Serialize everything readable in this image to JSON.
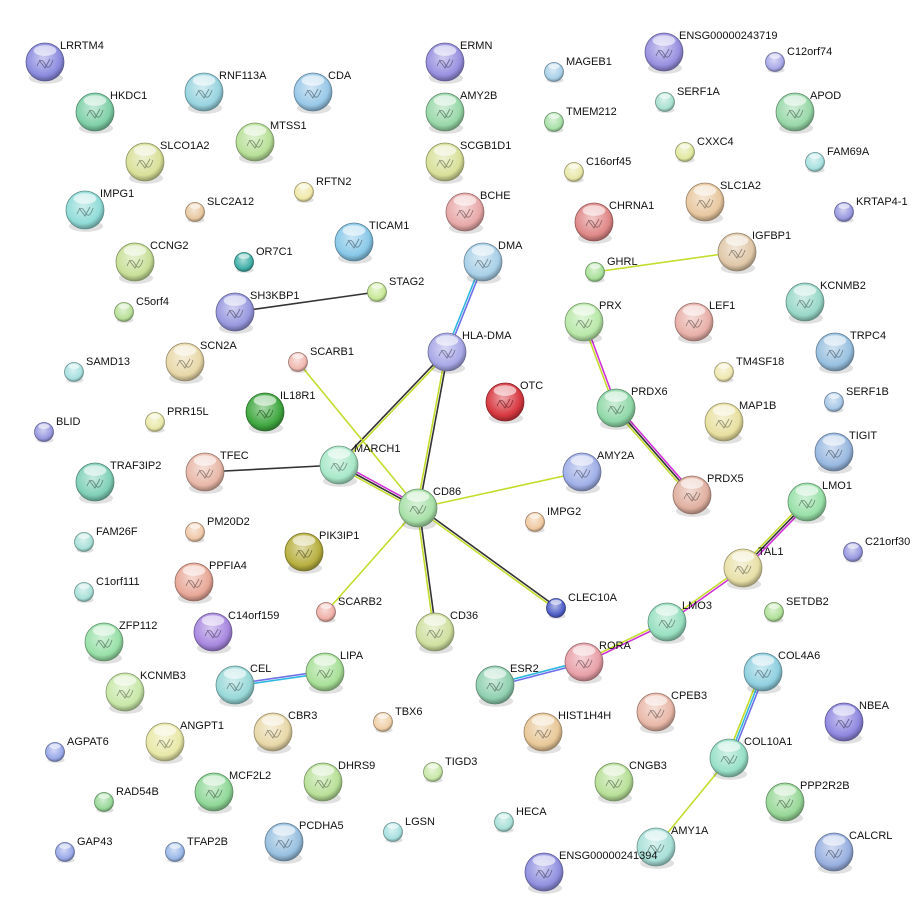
{
  "nodes": [
    {
      "name": "LRRTM4",
      "color": "#8c8ce0",
      "kind": "large"
    },
    {
      "name": "HKDC1",
      "color": "#7fd0a8",
      "kind": "large"
    },
    {
      "name": "RNF113A",
      "color": "#98d4e0",
      "kind": "large"
    },
    {
      "name": "CDA",
      "color": "#98c8e8",
      "kind": "large"
    },
    {
      "name": "MTSS1",
      "color": "#b8e098",
      "kind": "large"
    },
    {
      "name": "SLCO1A2",
      "color": "#d8e098",
      "kind": "large"
    },
    {
      "name": "IMPG1",
      "color": "#90dcd8",
      "kind": "large"
    },
    {
      "name": "SLC2A12",
      "color": "#e8c8a0",
      "kind": "small"
    },
    {
      "name": "RFTN2",
      "color": "#f0e8a8",
      "kind": "small"
    },
    {
      "name": "TICAM1",
      "color": "#88c8e8",
      "kind": "large"
    },
    {
      "name": "OR7C1",
      "color": "#40b0a8",
      "kind": "small"
    },
    {
      "name": "CCNG2",
      "color": "#c8e098",
      "kind": "large"
    },
    {
      "name": "C5orf4",
      "color": "#b8e098",
      "kind": "small"
    },
    {
      "name": "SH3KBP1",
      "color": "#9898e0",
      "kind": "large"
    },
    {
      "name": "STAG2",
      "color": "#c8e898",
      "kind": "small"
    },
    {
      "name": "SCN2A",
      "color": "#e8d8a8",
      "kind": "large"
    },
    {
      "name": "SAMD13",
      "color": "#a8e0e0",
      "kind": "small"
    },
    {
      "name": "SCARB1",
      "color": "#f0b8b0",
      "kind": "small"
    },
    {
      "name": "IL18R1",
      "color": "#40a840",
      "kind": "large"
    },
    {
      "name": "PRR15L",
      "color": "#e8e8a8",
      "kind": "small"
    },
    {
      "name": "BLID",
      "color": "#9898e0",
      "kind": "small"
    },
    {
      "name": "TRAF3IP2",
      "color": "#80d0b8",
      "kind": "large"
    },
    {
      "name": "TFEC",
      "color": "#e8b8a8",
      "kind": "large"
    },
    {
      "name": "MARCH1",
      "color": "#a8e8c8",
      "kind": "large"
    },
    {
      "name": "CD86",
      "color": "#a8e0a8",
      "kind": "large"
    },
    {
      "name": "FAM26F",
      "color": "#a8e0d8",
      "kind": "small"
    },
    {
      "name": "PM20D2",
      "color": "#f0c8a8",
      "kind": "small"
    },
    {
      "name": "PIK3IP1",
      "color": "#b8b040",
      "kind": "large"
    },
    {
      "name": "PPFIA4",
      "color": "#e8a898",
      "kind": "large"
    },
    {
      "name": "C1orf111",
      "color": "#a8e0d8",
      "kind": "small"
    },
    {
      "name": "SCARB2",
      "color": "#f0b0a8",
      "kind": "small"
    },
    {
      "name": "C14orf159",
      "color": "#a888e0",
      "kind": "large"
    },
    {
      "name": "ZFP112",
      "color": "#98e0a8",
      "kind": "large"
    },
    {
      "name": "CD36",
      "color": "#d0e0a0",
      "kind": "large"
    },
    {
      "name": "CEL",
      "color": "#98d8d8",
      "kind": "large"
    },
    {
      "name": "LIPA",
      "color": "#a8e098",
      "kind": "large"
    },
    {
      "name": "KCNMB3",
      "color": "#c8e8a8",
      "kind": "large"
    },
    {
      "name": "ANGPT1",
      "color": "#e8e8a8",
      "kind": "large"
    },
    {
      "name": "CBR3",
      "color": "#e8d8a8",
      "kind": "large"
    },
    {
      "name": "TBX6",
      "color": "#f0d0a8",
      "kind": "small"
    },
    {
      "name": "AGPAT6",
      "color": "#98a8e8",
      "kind": "small"
    },
    {
      "name": "MCF2L2",
      "color": "#90d898",
      "kind": "large"
    },
    {
      "name": "DHRS9",
      "color": "#b8e098",
      "kind": "large"
    },
    {
      "name": "TIGD3",
      "color": "#c8e8a8",
      "kind": "small"
    },
    {
      "name": "RAD54B",
      "color": "#98d898",
      "kind": "small"
    },
    {
      "name": "GAP43",
      "color": "#98a8e8",
      "kind": "small"
    },
    {
      "name": "TFAP2B",
      "color": "#98b8e8",
      "kind": "small"
    },
    {
      "name": "PCDHA5",
      "color": "#98c0e0",
      "kind": "large"
    },
    {
      "name": "LGSN",
      "color": "#a8e0e0",
      "kind": "small"
    },
    {
      "name": "HECA",
      "color": "#a8e0d8",
      "kind": "small"
    },
    {
      "name": "ERMN",
      "color": "#9890e0",
      "kind": "large"
    },
    {
      "name": "AMY2B",
      "color": "#98d8a8",
      "kind": "large"
    },
    {
      "name": "SCGB1D1",
      "color": "#d8e098",
      "kind": "large"
    },
    {
      "name": "BCHE",
      "color": "#e8a8a8",
      "kind": "large"
    },
    {
      "name": "DMA",
      "color": "#a8d0e8",
      "kind": "large"
    },
    {
      "name": "HLA-DMA",
      "color": "#a8a8e8",
      "kind": "large"
    },
    {
      "name": "OTC",
      "color": "#d83840",
      "kind": "large"
    },
    {
      "name": "AMY2A",
      "color": "#a0b0e8",
      "kind": "large"
    },
    {
      "name": "IMPG2",
      "color": "#f0c8a0",
      "kind": "small"
    },
    {
      "name": "CLEC10A",
      "color": "#5060c8",
      "kind": "small"
    },
    {
      "name": "ESR2",
      "color": "#90d0b0",
      "kind": "large"
    },
    {
      "name": "RORA",
      "color": "#e8a0a8",
      "kind": "large"
    },
    {
      "name": "HIST1H4H",
      "color": "#e8c898",
      "kind": "large"
    },
    {
      "name": "CNGB3",
      "color": "#b8e098",
      "kind": "large"
    },
    {
      "name": "ENSG00000241394",
      "color": "#9090e0",
      "kind": "large"
    },
    {
      "name": "AMY1A",
      "color": "#a8e0d8",
      "kind": "large"
    },
    {
      "name": "MAGEB1",
      "color": "#a8d0e8",
      "kind": "small"
    },
    {
      "name": "TMEM212",
      "color": "#a8e0a8",
      "kind": "small"
    },
    {
      "name": "C16orf45",
      "color": "#e8e8a8",
      "kind": "small"
    },
    {
      "name": "CHRNA1",
      "color": "#e08888",
      "kind": "large"
    },
    {
      "name": "GHRL",
      "color": "#a8e098",
      "kind": "small"
    },
    {
      "name": "PRX",
      "color": "#b8e8a8",
      "kind": "large"
    },
    {
      "name": "PRDX6",
      "color": "#90d8a8",
      "kind": "large"
    },
    {
      "name": "PRDX5",
      "color": "#e0b0a0",
      "kind": "large"
    },
    {
      "name": "LMO3",
      "color": "#98e0c0",
      "kind": "large"
    },
    {
      "name": "CPEB3",
      "color": "#e8b8a8",
      "kind": "large"
    },
    {
      "name": "ENSG00000243719",
      "color": "#9890e0",
      "kind": "large"
    },
    {
      "name": "C12orf74",
      "color": "#a8a8e8",
      "kind": "small"
    },
    {
      "name": "SERF1A",
      "color": "#a8e0d0",
      "kind": "small"
    },
    {
      "name": "APOD",
      "color": "#98d8a8",
      "kind": "large"
    },
    {
      "name": "CXXC4",
      "color": "#e0e8a0",
      "kind": "small"
    },
    {
      "name": "FAM69A",
      "color": "#a8e0e0",
      "kind": "small"
    },
    {
      "name": "SLC1A2",
      "color": "#e8c8a0",
      "kind": "large"
    },
    {
      "name": "KRTAP4-1",
      "color": "#9898e0",
      "kind": "small"
    },
    {
      "name": "IGFBP1",
      "color": "#e0c8a8",
      "kind": "large"
    },
    {
      "name": "KCNMB2",
      "color": "#98d8c8",
      "kind": "large"
    },
    {
      "name": "LEF1",
      "color": "#e8b0a8",
      "kind": "large"
    },
    {
      "name": "TRPC4",
      "color": "#98c0e0",
      "kind": "large"
    },
    {
      "name": "TM4SF18",
      "color": "#f0e8b0",
      "kind": "small"
    },
    {
      "name": "SERF1B",
      "color": "#a8c8e8",
      "kind": "small"
    },
    {
      "name": "MAP1B",
      "color": "#e8e0a0",
      "kind": "large"
    },
    {
      "name": "TIGIT",
      "color": "#98b8e0",
      "kind": "large"
    },
    {
      "name": "LMO1",
      "color": "#98e0a8",
      "kind": "large"
    },
    {
      "name": "C21orf30",
      "color": "#9898e0",
      "kind": "small"
    },
    {
      "name": "TAL1",
      "color": "#e8e0a8",
      "kind": "large"
    },
    {
      "name": "SETDB2",
      "color": "#b0e098",
      "kind": "small"
    },
    {
      "name": "COL4A6",
      "color": "#90d0e0",
      "kind": "large"
    },
    {
      "name": "NBEA",
      "color": "#9088e0",
      "kind": "large"
    },
    {
      "name": "COL10A1",
      "color": "#98e0c8",
      "kind": "large"
    },
    {
      "name": "PPP2R2B",
      "color": "#98d898",
      "kind": "large"
    },
    {
      "name": "CALCRL",
      "color": "#98b0e0",
      "kind": "large"
    }
  ],
  "edge_colors": {
    "textmining": "#c4dc2c",
    "coexpression": "#333333",
    "experiments": "#d030d8",
    "database": "#30b8e0",
    "homology": "#7070e8"
  },
  "edges": [
    {
      "a": "SH3KBP1",
      "b": "STAG2",
      "evidence": [
        "coexpression"
      ]
    },
    {
      "a": "DMA",
      "b": "HLA-DMA",
      "evidence": [
        "homology",
        "database"
      ]
    },
    {
      "a": "MARCH1",
      "b": "HLA-DMA",
      "evidence": [
        "coexpression",
        "textmining"
      ]
    },
    {
      "a": "HLA-DMA",
      "b": "CD86",
      "evidence": [
        "coexpression",
        "textmining"
      ]
    },
    {
      "a": "SCARB1",
      "b": "CD86",
      "evidence": [
        "textmining"
      ]
    },
    {
      "a": "TFEC",
      "b": "MARCH1",
      "evidence": [
        "coexpression"
      ]
    },
    {
      "a": "MARCH1",
      "b": "CD86",
      "evidence": [
        "experiments",
        "coexpression",
        "textmining"
      ]
    },
    {
      "a": "CD86",
      "b": "AMY2A",
      "evidence": [
        "textmining"
      ]
    },
    {
      "a": "CD86",
      "b": "CLEC10A",
      "evidence": [
        "coexpression",
        "textmining"
      ]
    },
    {
      "a": "CD86",
      "b": "CD36",
      "evidence": [
        "coexpression",
        "textmining"
      ]
    },
    {
      "a": "CD86",
      "b": "SCARB2",
      "evidence": [
        "textmining"
      ]
    },
    {
      "a": "GHRL",
      "b": "IGFBP1",
      "evidence": [
        "textmining"
      ]
    },
    {
      "a": "PRX",
      "b": "PRDX6",
      "evidence": [
        "experiments",
        "textmining"
      ]
    },
    {
      "a": "PRDX6",
      "b": "PRDX5",
      "evidence": [
        "experiments",
        "coexpression",
        "textmining"
      ]
    },
    {
      "a": "LMO1",
      "b": "TAL1",
      "evidence": [
        "experiments",
        "coexpression",
        "textmining"
      ]
    },
    {
      "a": "TAL1",
      "b": "LMO3",
      "evidence": [
        "experiments",
        "textmining"
      ]
    },
    {
      "a": "LMO3",
      "b": "RORA",
      "evidence": [
        "experiments",
        "textmining"
      ]
    },
    {
      "a": "RORA",
      "b": "ESR2",
      "evidence": [
        "homology",
        "database"
      ]
    },
    {
      "a": "CEL",
      "b": "LIPA",
      "evidence": [
        "homology",
        "database"
      ]
    },
    {
      "a": "COL4A6",
      "b": "COL10A1",
      "evidence": [
        "homology",
        "database",
        "textmining"
      ]
    },
    {
      "a": "COL10A1",
      "b": "AMY1A",
      "evidence": [
        "textmining"
      ]
    }
  ]
}
